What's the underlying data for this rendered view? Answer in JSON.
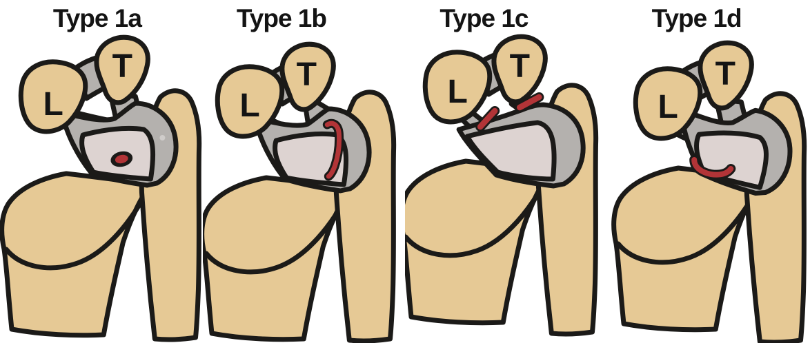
{
  "panels": [
    {
      "title": "Type 1a",
      "lunate_label": "L",
      "triquetrum_label": "T"
    },
    {
      "title": "Type 1b",
      "lunate_label": "L",
      "triquetrum_label": "T"
    },
    {
      "title": "Type 1c",
      "lunate_label": "L",
      "triquetrum_label": "T"
    },
    {
      "title": "Type 1d",
      "lunate_label": "L",
      "triquetrum_label": "T"
    }
  ],
  "colors": {
    "background": "#ffffff",
    "bone": "#e6c995",
    "ligament_gray": "#b4b1ae",
    "disc": "#ddd3d1",
    "tear_red": "#b23437",
    "outline": "#1b1a18",
    "highlight_dot": "#cfccca",
    "title_text": "#141414"
  }
}
